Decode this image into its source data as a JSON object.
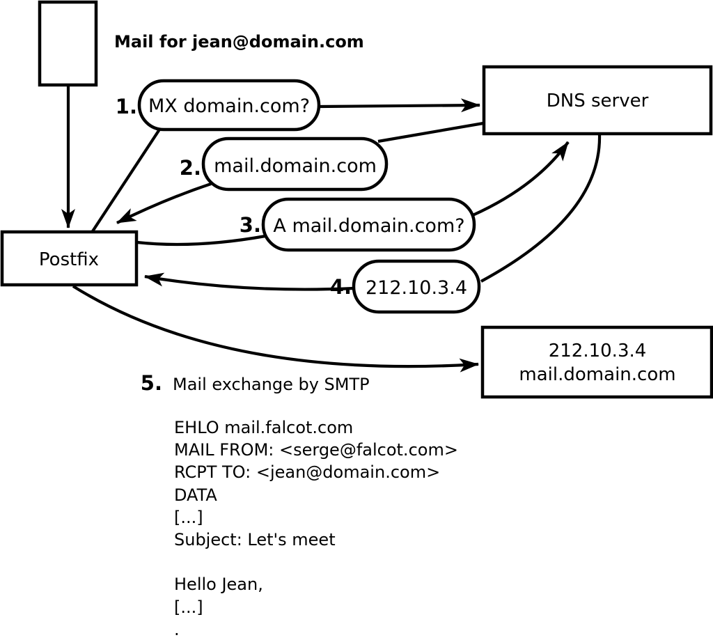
{
  "colors": {
    "ink": "#000000",
    "paper": "#ffffff"
  },
  "annotation": {
    "mail_label": "Mail for jean@domain.com"
  },
  "nodes": {
    "sender_mta": {
      "label": "Postfix"
    },
    "dns_server": {
      "label": "DNS server"
    },
    "destination_server": {
      "ip": "212.10.3.4",
      "hostname": "mail.domain.com"
    }
  },
  "steps": [
    {
      "num": "1.",
      "label": "MX domain.com?"
    },
    {
      "num": "2.",
      "label": "mail.domain.com"
    },
    {
      "num": "3.",
      "label": "A mail.domain.com?"
    },
    {
      "num": "4.",
      "label": "212.10.3.4"
    },
    {
      "num": "5.",
      "label": "Mail exchange by SMTP"
    }
  ],
  "smtp_transcript": {
    "lines": [
      "EHLO mail.falcot.com",
      "MAIL FROM: <serge@falcot.com>",
      "RCPT TO: <jean@domain.com>",
      "DATA",
      "[...]",
      "Subject: Let's meet",
      "",
      "Hello Jean,",
      "[...]",
      "."
    ]
  }
}
